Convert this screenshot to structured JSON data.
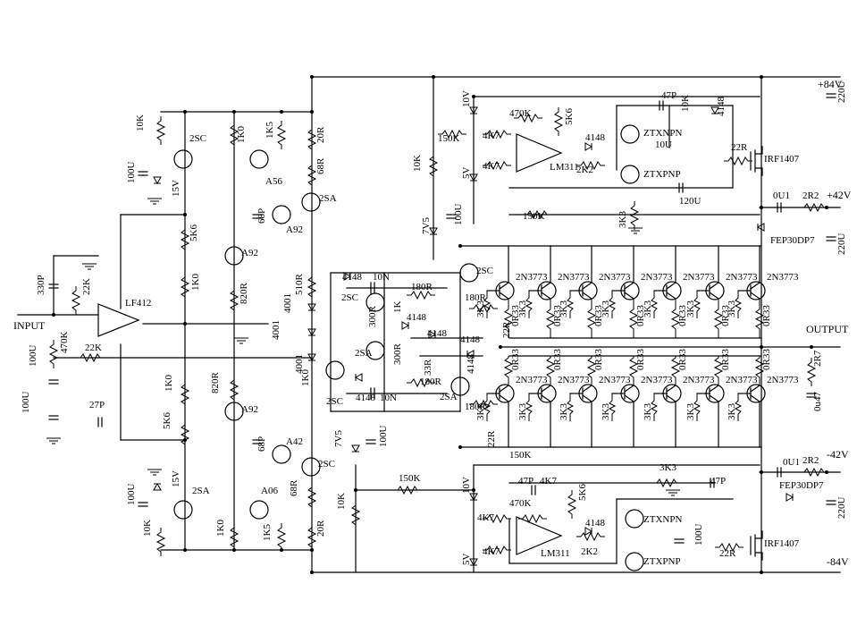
{
  "rails": {
    "pos84": "+84V",
    "pos42": "+42V",
    "neg42": "-42V",
    "neg84": "-84V"
  },
  "io": {
    "input": "INPUT",
    "output": "OUTPUT"
  },
  "opamps": {
    "input": "LF412",
    "upper_driver": "LM311",
    "lower_driver": "LM311"
  },
  "transistors": {
    "q_2sc_top_left": "2SC",
    "q_a56": "A56",
    "q_2sa_top": "2SA",
    "q_a92_top_small": "A92",
    "q_a92_mid_top": "A92",
    "q_a92_mid_bottom": "A92",
    "q_a42_bottom": "A42",
    "q_a06": "A06",
    "q_2sc_bottom": "2SC",
    "q_2sa_bottom_left": "2SA",
    "q_2sc_vbe": "2SC",
    "q_2sa_vbe": "2SA",
    "q_2sc_center": "2SC",
    "q_2sc_driver_top": "2SC",
    "q_2sa_driver_bottom": "2SA",
    "ztx_npn_top": "ZTXNPN",
    "ztx_pnp_top": "ZTXPNP",
    "ztx_npn_bottom": "ZTXNPN",
    "ztx_pnp_bottom": "ZTXPNP",
    "mosfet_top": "IRF1407",
    "mosfet_bottom": "IRF1407",
    "output_npn": "2N3773",
    "output_pnp": "2N3773"
  },
  "values": {
    "r10k": "10K",
    "r1k0": "1K0",
    "r1k5": "1K5",
    "r20r": "20R",
    "r68r": "68R",
    "r5k6": "5K6",
    "r820r": "820R",
    "r510r": "510R",
    "r22k": "22K",
    "r470k": "470K",
    "r330p": "330P",
    "c100u": "100U",
    "c68p": "68P",
    "c27p": "27P",
    "z15v": "15V",
    "d4001": "4001",
    "d4148": "4148",
    "c10n": "10N",
    "r180r": "180R",
    "r300r": "300R",
    "r1k": "1K",
    "r33r": "33R",
    "r150k": "150K",
    "z7v5": "7V5",
    "z10v": "10V",
    "z5v": "5V",
    "r4k7": "4K7",
    "r2k2": "2K2",
    "r3k3": "3K3",
    "c47p": "47P",
    "c10u": "10U",
    "c120u": "120U",
    "r22r": "22R",
    "r2r2": "2R2",
    "c0u1": "0U1",
    "c220u": "220U",
    "d_fep": "FEP30DP7",
    "r0r33": "0R33",
    "r3k3_em": "3K3",
    "r2r7": "2R7",
    "c0u47": "0u47",
    "z15v_b": "15V",
    "c100u_b": "100U"
  },
  "icons": {
    "npn": "npn-transistor-icon",
    "pnp": "pnp-transistor-icon",
    "resistor": "resistor-icon",
    "capacitor": "capacitor-icon",
    "diode": "diode-icon",
    "ground": "ground-icon"
  }
}
